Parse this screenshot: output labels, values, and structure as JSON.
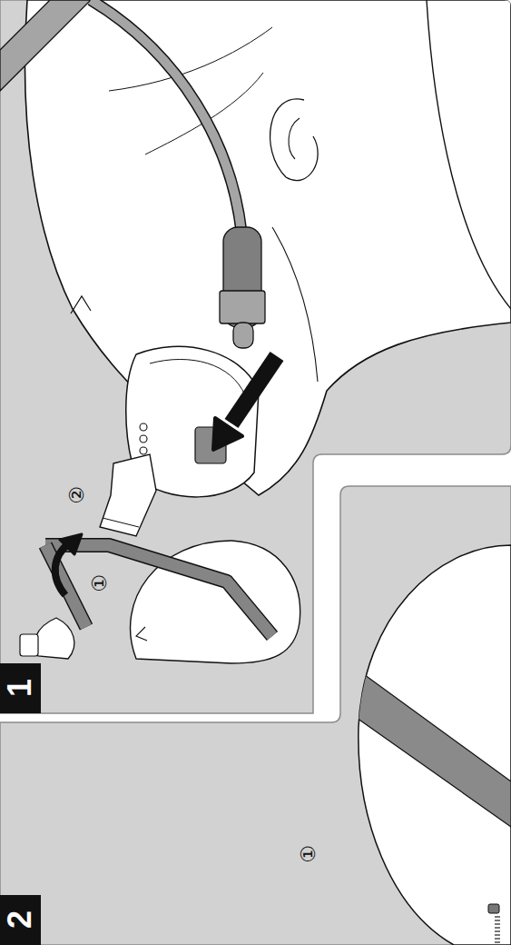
{
  "diagram": {
    "labels": [
      "1",
      "①",
      "②",
      "2",
      "①"
    ]
  }
}
